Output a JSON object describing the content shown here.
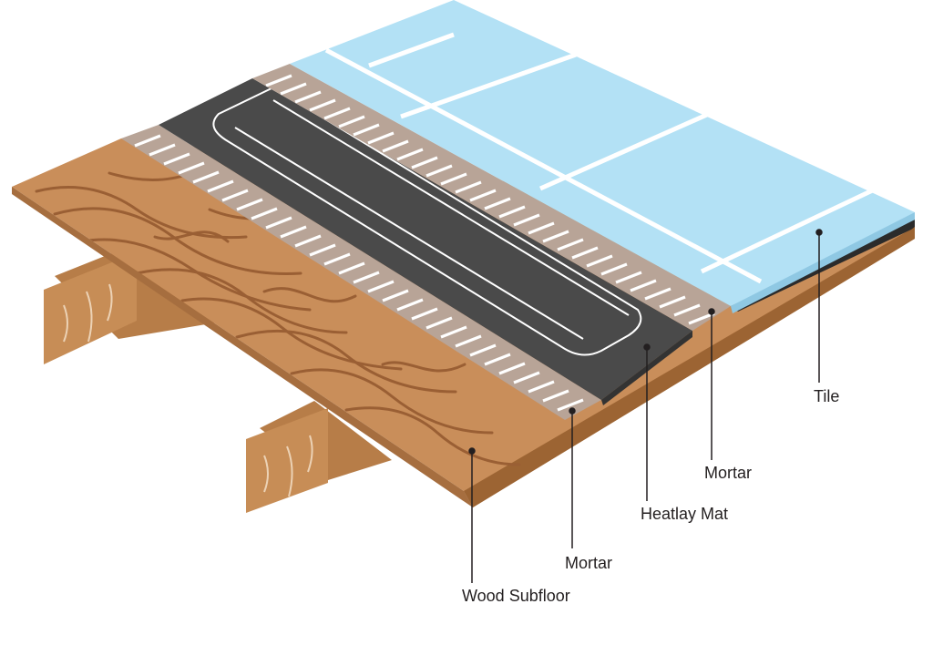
{
  "labels": {
    "tile": "Tile",
    "mortar_top": "Mortar",
    "heat_mat": "Heatlay Mat",
    "mortar_bottom": "Mortar",
    "subfloor": "Wood Subfloor"
  },
  "colors": {
    "tile": "#b3e1f5",
    "tile_grout": "#ffffff",
    "mortar": "#b8a497",
    "mortar_groove": "#ffffff",
    "heat_mat": "#4a4a4a",
    "heat_cable": "#ffffff",
    "wood": "#c98e5a",
    "wood_grain": "#9a5f34",
    "wood_edge": "#a66e3f",
    "joist": "#c78d56",
    "leader": "#231f20"
  }
}
